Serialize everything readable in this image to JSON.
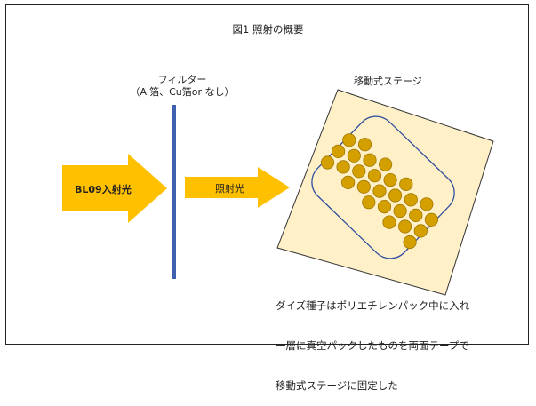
{
  "title": "図1 照射の概要",
  "filter": {
    "label": "フィルター",
    "options": "（Al箔、Cu箔or なし）"
  },
  "stage": {
    "label": "移動式ステージ"
  },
  "beam": {
    "incoming_label": "BL09入射光",
    "outgoing_label": "照射光"
  },
  "note": {
    "line1": "ダイズ種子はポリエチレンパック中に入れ",
    "line2": "一層に真空パックしたものを両面テープで",
    "line3": "移動式ステージに固定した"
  },
  "colors": {
    "arrow": "#FFC000",
    "filter_bar": "#3F5FAF",
    "stage_fill": "#FFF0C8",
    "pack_outline": "#2F4FA0",
    "seed": "#D4A000",
    "seed_stroke": "#A07800"
  },
  "seed_count": 27
}
